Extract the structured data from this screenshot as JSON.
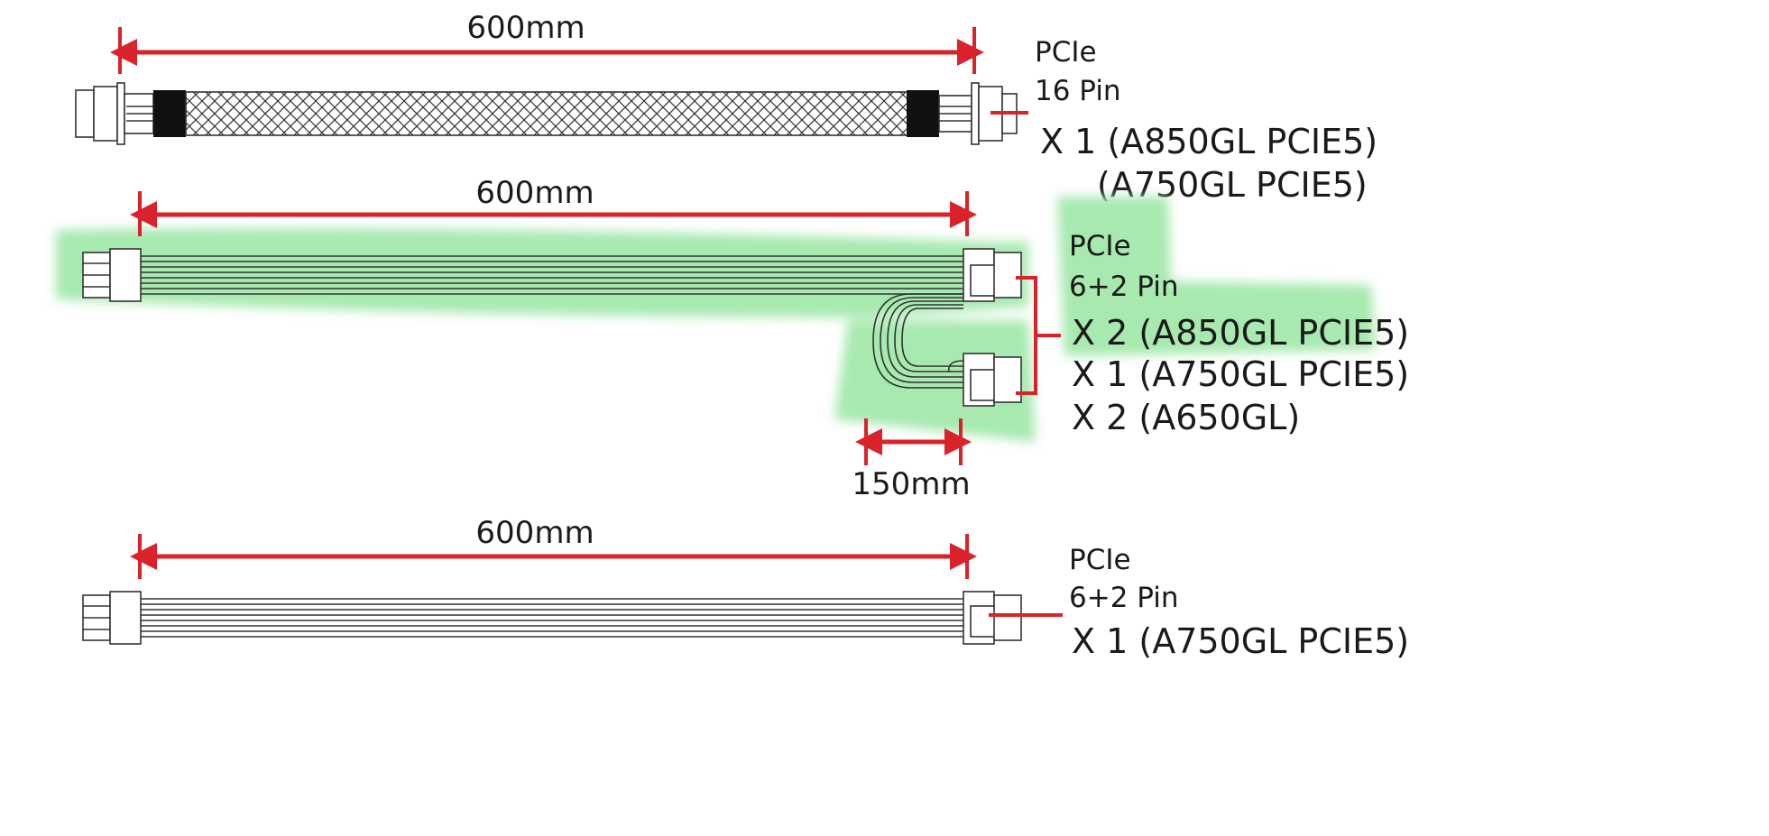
{
  "colors": {
    "dimension": "#d9222a",
    "highlight": "#a3e8ab",
    "line": "#333333"
  },
  "cables": [
    {
      "length_label": "600mm",
      "type_line1": "PCIe",
      "type_line2": "16 Pin",
      "quantities": [
        "X 1 (A850GL PCIE5)",
        "(A750GL PCIE5)"
      ]
    },
    {
      "length_label": "600mm",
      "branch_length_label": "150mm",
      "type_line1": "PCIe",
      "type_line2": "6+2 Pin",
      "quantities": [
        "X 2 (A850GL PCIE5)",
        "X 1 (A750GL PCIE5)",
        "X 2 (A650GL)"
      ]
    },
    {
      "length_label": "600mm",
      "type_line1": "PCIe",
      "type_line2": "6+2 Pin",
      "quantities": [
        "X 1 (A750GL PCIE5)"
      ]
    }
  ]
}
